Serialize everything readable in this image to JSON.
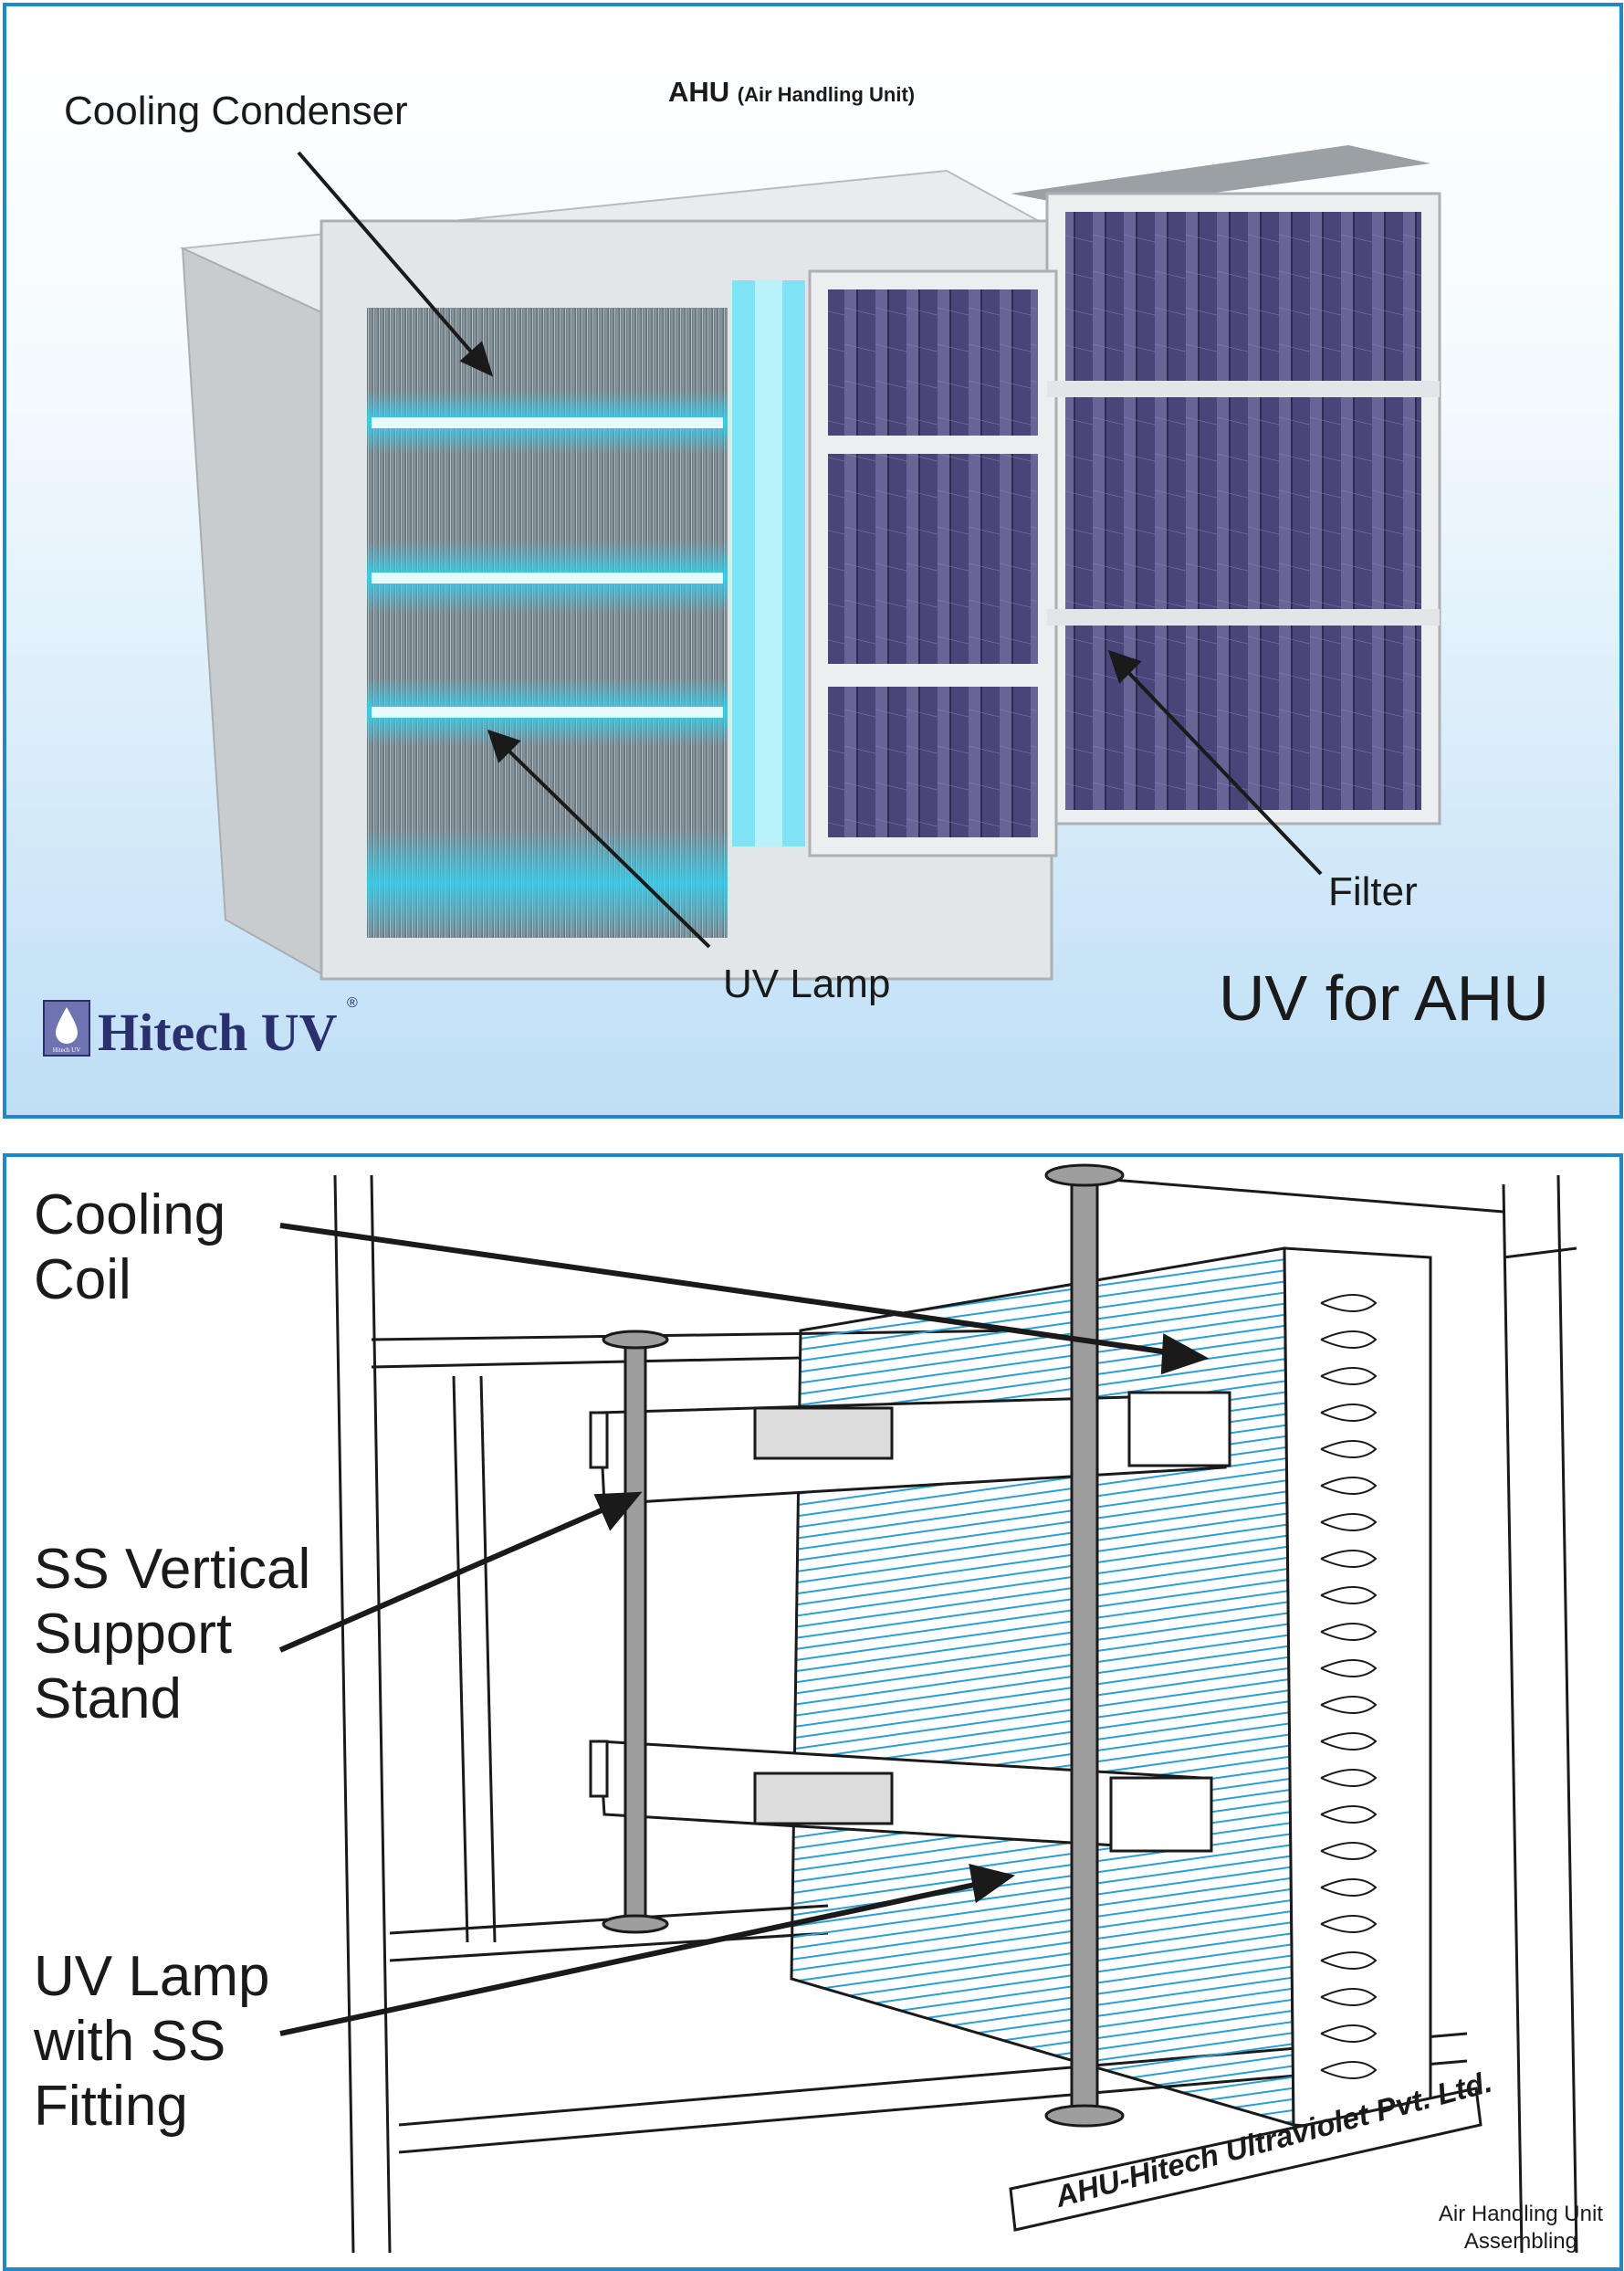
{
  "top_panel": {
    "title_main": "AHU",
    "title_sub": "(Air Handling Unit)",
    "callouts": {
      "cooling_condenser": "Cooling Condenser",
      "filter": "Filter",
      "uv_lamp": "UV Lamp"
    },
    "tagline": "UV for AHU",
    "brand": {
      "name": "Hitech UV",
      "registered": "®",
      "logo_text": "Hitech UV"
    }
  },
  "bottom_panel": {
    "callouts": {
      "cooling_coil": [
        "Cooling",
        "Coil"
      ],
      "support_stand": [
        "SS Vertical",
        "Support",
        "Stand"
      ],
      "uv_lamp_ss": [
        "UV Lamp",
        "with SS",
        "Fitting"
      ]
    },
    "company": "AHU-Hitech Ultraviolet Pvt. Ltd.",
    "caption": [
      "Air Handling Unit",
      "Assembling"
    ]
  },
  "colors": {
    "border": "#1e88c8",
    "uv_glow": "#35d0f0",
    "filter_media": "#4a4578",
    "coil_fins": "#2a9fd6",
    "brand": "#2a2f6e"
  }
}
